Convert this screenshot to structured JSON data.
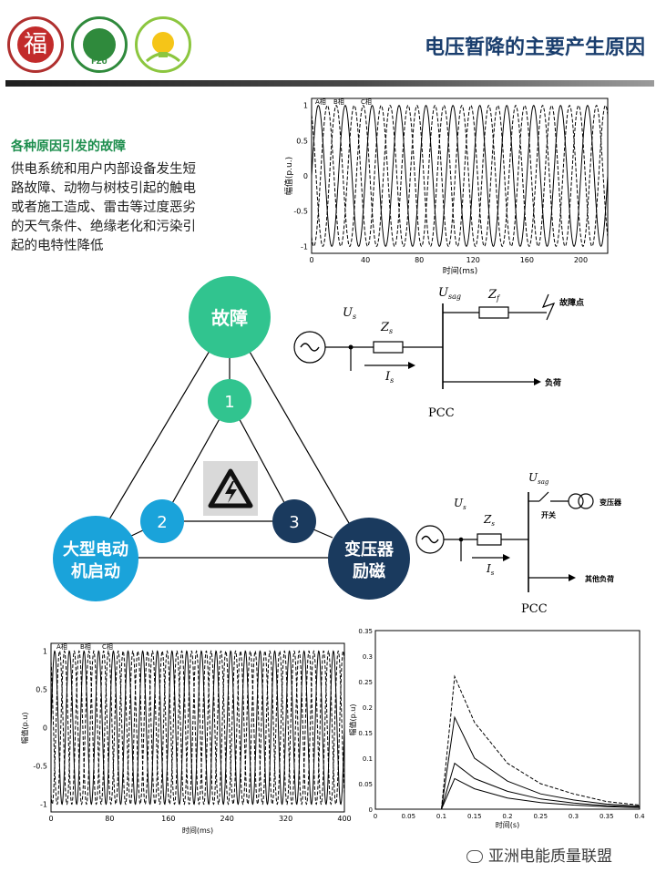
{
  "header": {
    "title": "电压暂降的主要产生原因",
    "logo1_text": "福",
    "logo2_text": "FZU"
  },
  "causes": {
    "heading": "各种原因引发的故障",
    "body": "供电系统和用户内部设备发生短路故障、动物与树枝引起的触电或者施工造成、雷击等过度恶劣的天气条件、绝缘老化和污染引起的电特性降低"
  },
  "triangle": {
    "fault": "故障",
    "motor_line1": "大型电动",
    "motor_line2": "机启动",
    "transformer_line1": "变压器",
    "transformer_line2": "励磁",
    "n1": "1",
    "n2": "2",
    "n3": "3"
  },
  "circuit1": {
    "us": "U",
    "us_sub": "s",
    "zs": "Z",
    "zs_sub": "s",
    "is": "I",
    "is_sub": "s",
    "usag": "U",
    "usag_sub": "sag",
    "zf": "Z",
    "zf_sub": "f",
    "fault_point": "故障点",
    "load": "负荷",
    "pcc": "PCC"
  },
  "circuit2": {
    "us": "U",
    "us_sub": "s",
    "zs": "Z",
    "zs_sub": "s",
    "is": "I",
    "is_sub": "s",
    "usag": "U",
    "usag_sub": "sag",
    "switch": "开关",
    "transformer": "变压器",
    "other_load": "其他负荷",
    "pcc": "PCC"
  },
  "watermark": "亚洲电能质量联盟",
  "chart_data": [
    {
      "type": "line",
      "title": "",
      "xlabel": "时间(ms)",
      "ylabel": "幅值(p.u.)",
      "xlim": [
        0,
        220
      ],
      "ylim": [
        -1.1,
        1.1
      ],
      "xticks": [
        "0",
        "40",
        "80",
        "120",
        "160",
        "200"
      ],
      "yticks": [
        "1",
        "0.5",
        "0",
        "-0.5",
        "-1"
      ],
      "annotations": [
        "A相",
        "B相",
        "C相"
      ],
      "series": [
        {
          "style": "solid",
          "freq_hz": 50,
          "phase_deg": 0,
          "amplitude": 1.0
        },
        {
          "style": "dashed",
          "freq_hz": 50,
          "phase_deg": -120,
          "amplitude": 1.0
        },
        {
          "style": "dashed",
          "freq_hz": 50,
          "phase_deg": 120,
          "amplitude": 1.0
        }
      ],
      "grid": false
    },
    {
      "type": "line",
      "title": "",
      "xlabel": "时间(ms)",
      "ylabel": "幅值(p.u)",
      "xlim": [
        0,
        400
      ],
      "ylim": [
        -1.1,
        1.1
      ],
      "xticks": [
        "0",
        "80",
        "160",
        "240",
        "320",
        "400"
      ],
      "yticks": [
        "1",
        "0.5",
        "0",
        "-0.5",
        "-1"
      ],
      "annotations": [
        "A相",
        "B相",
        "C相"
      ],
      "series": [
        {
          "style": "solid",
          "freq_hz": 50,
          "phase_deg": 0,
          "amplitude": 1.0
        },
        {
          "style": "dashed",
          "freq_hz": 50,
          "phase_deg": -120,
          "amplitude": 1.0
        },
        {
          "style": "dashed",
          "freq_hz": 50,
          "phase_deg": 120,
          "amplitude": 1.0
        }
      ],
      "grid": false
    },
    {
      "type": "line",
      "title": "",
      "xlabel": "时间(s)",
      "ylabel": "幅值(p.u)",
      "xlim": [
        0,
        0.4
      ],
      "ylim": [
        0,
        0.35
      ],
      "xticks": [
        "0",
        "0.05",
        "0.1",
        "0.15",
        "0.2",
        "0.25",
        "0.3",
        "0.35",
        "0.4"
      ],
      "yticks": [
        "0.35",
        "0.3",
        "0.25",
        "0.2",
        "0.15",
        "0.1",
        "0.05",
        "0"
      ],
      "series": [
        {
          "name": "",
          "style": "dashed",
          "x": [
            0.1,
            0.12,
            0.15,
            0.2,
            0.25,
            0.3,
            0.35,
            0.4
          ],
          "y": [
            0.0,
            0.26,
            0.17,
            0.09,
            0.05,
            0.03,
            0.015,
            0.008
          ]
        },
        {
          "name": "",
          "style": "solid",
          "x": [
            0.1,
            0.12,
            0.15,
            0.2,
            0.25,
            0.3,
            0.35,
            0.4
          ],
          "y": [
            0.0,
            0.18,
            0.1,
            0.055,
            0.03,
            0.018,
            0.01,
            0.006
          ]
        },
        {
          "name": "",
          "style": "solid",
          "x": [
            0.1,
            0.12,
            0.15,
            0.2,
            0.25,
            0.3,
            0.35,
            0.4
          ],
          "y": [
            0.0,
            0.09,
            0.06,
            0.035,
            0.02,
            0.012,
            0.007,
            0.004
          ]
        },
        {
          "name": "",
          "style": "solid",
          "x": [
            0.1,
            0.12,
            0.15,
            0.2,
            0.25,
            0.3,
            0.35,
            0.4
          ],
          "y": [
            0.0,
            0.06,
            0.04,
            0.022,
            0.013,
            0.008,
            0.005,
            0.003
          ]
        }
      ],
      "grid": false
    }
  ],
  "colors": {
    "fault": "#31c48f",
    "n1": "#31c48f",
    "motor": "#1aa3da",
    "n2": "#1aa3da",
    "transformer": "#1a3a5e",
    "n3": "#1a3a5e",
    "title": "#1a3e6e",
    "heading": "#1e8e4e"
  }
}
